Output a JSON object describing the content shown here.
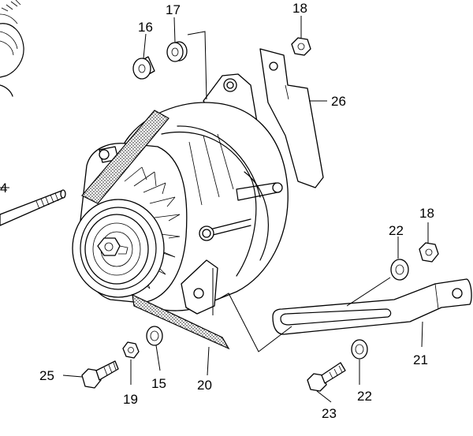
{
  "diagram": {
    "callouts": [
      {
        "id": "c17",
        "label": "17"
      },
      {
        "id": "c18a",
        "label": "18"
      },
      {
        "id": "c16",
        "label": "16"
      },
      {
        "id": "c26",
        "label": "26"
      },
      {
        "id": "c4",
        "label": "4"
      },
      {
        "id": "c22a",
        "label": "22"
      },
      {
        "id": "c18b",
        "label": "18"
      },
      {
        "id": "c21",
        "label": "21"
      },
      {
        "id": "c25",
        "label": "25"
      },
      {
        "id": "c19",
        "label": "19"
      },
      {
        "id": "c15",
        "label": "15"
      },
      {
        "id": "c20",
        "label": "20"
      },
      {
        "id": "c22b",
        "label": "22"
      },
      {
        "id": "c23",
        "label": "23"
      }
    ]
  }
}
